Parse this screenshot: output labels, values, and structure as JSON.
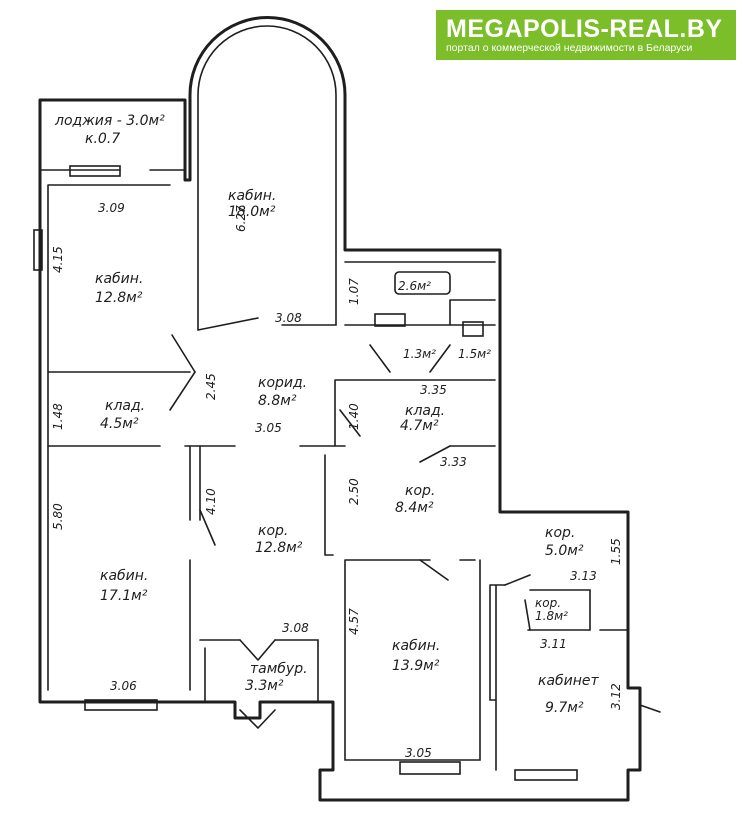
{
  "watermark": {
    "brand": "MEGAPOLIS-REAL.BY",
    "tagline": "портал о коммерческой недвижимости в Беларуси",
    "color": "#7cbd2a"
  },
  "rooms": [
    {
      "id": "loggia",
      "name": "лоджия - 3.0м²",
      "area": "к.0.7"
    },
    {
      "id": "cabinet-arch",
      "name": "кабин.",
      "area": "18.0м²"
    },
    {
      "id": "cabinet-nw",
      "name": "кабин.",
      "area": "12.8м²"
    },
    {
      "id": "bath",
      "name": "",
      "area": "2.6м²"
    },
    {
      "id": "wc-1",
      "name": "",
      "area": "1.3м²"
    },
    {
      "id": "wc-2",
      "name": "",
      "area": "1.5м²"
    },
    {
      "id": "corridor-main",
      "name": "корид.",
      "area": "8.8м²"
    },
    {
      "id": "storage-w",
      "name": "клад.",
      "area": "4.5м²"
    },
    {
      "id": "storage-e",
      "name": "клад.",
      "area": "4.7м²"
    },
    {
      "id": "corridor-e",
      "name": "кор.",
      "area": "8.4м²"
    },
    {
      "id": "corridor-c",
      "name": "кор.",
      "area": "12.8м²"
    },
    {
      "id": "cabinet-sw",
      "name": "кабин.",
      "area": "17.1м²"
    },
    {
      "id": "corridor-se",
      "name": "кор.",
      "area": "5.0м²"
    },
    {
      "id": "corridor-small",
      "name": "кор.",
      "area": "1.8м²"
    },
    {
      "id": "vestibule",
      "name": "тамбур.",
      "area": "3.3м²"
    },
    {
      "id": "cabinet-s",
      "name": "кабин.",
      "area": "13.9м²"
    },
    {
      "id": "cabinet-se",
      "name": "кабинет",
      "area": "9.7м²"
    }
  ],
  "dimensions": {
    "d1": "3.09",
    "d2": "4.15",
    "d3": "6.27",
    "d4": "3.08",
    "d5": "1.07",
    "d6": "2.45",
    "d7": "1.48",
    "d8": "3.35",
    "d9": "1.40",
    "d10": "3.05",
    "d11": "3.33",
    "d12": "5.80",
    "d13": "4.10",
    "d14": "2.50",
    "d15": "1.55",
    "d16": "3.13",
    "d17": "3.11",
    "d18": "3.08",
    "d19": "4.57",
    "d20": "3.06",
    "d21": "3.05",
    "d22": "3.12"
  }
}
